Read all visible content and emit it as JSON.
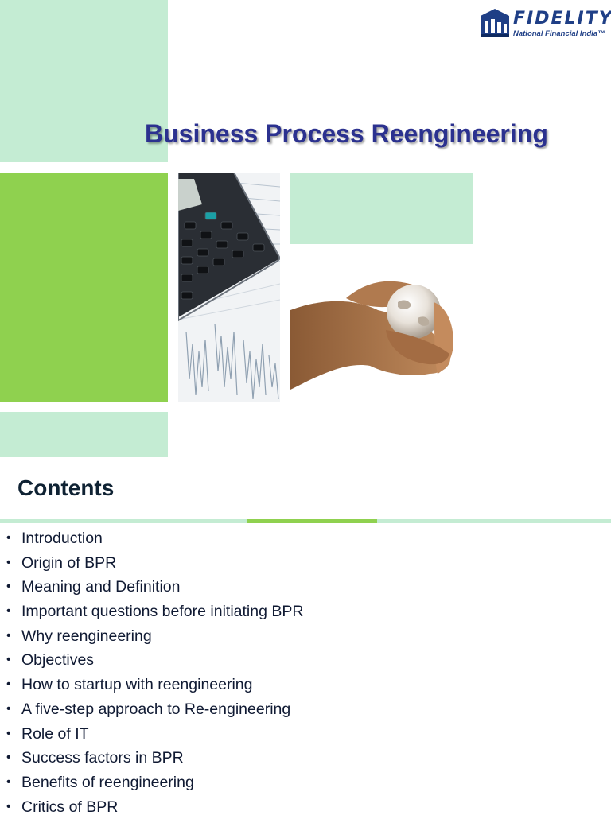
{
  "slide1": {
    "logo": {
      "wordmark": "FIDELITY",
      "tagline": "National Financial India™",
      "icon": "building-logo-icon"
    },
    "title": "Business Process Reengineering",
    "images": [
      {
        "icon": "calculator-photo",
        "description_hidden": true
      },
      {
        "icon": "hands-globe-photo",
        "description_hidden": true
      }
    ],
    "colors": {
      "light_green": "#c4ecd3",
      "green": "#8fd14f",
      "title_blue": "#2b318f"
    }
  },
  "slide2": {
    "heading": "Contents",
    "items": [
      "Introduction",
      "Origin of BPR",
      "Meaning and Definition",
      "Important questions before initiating BPR",
      "Why reengineering",
      "Objectives",
      "How to startup with reengineering",
      "A five-step approach to Re-engineering",
      "Role of IT",
      "Success factors in BPR",
      "Benefits of reengineering",
      "Critics of BPR"
    ]
  }
}
